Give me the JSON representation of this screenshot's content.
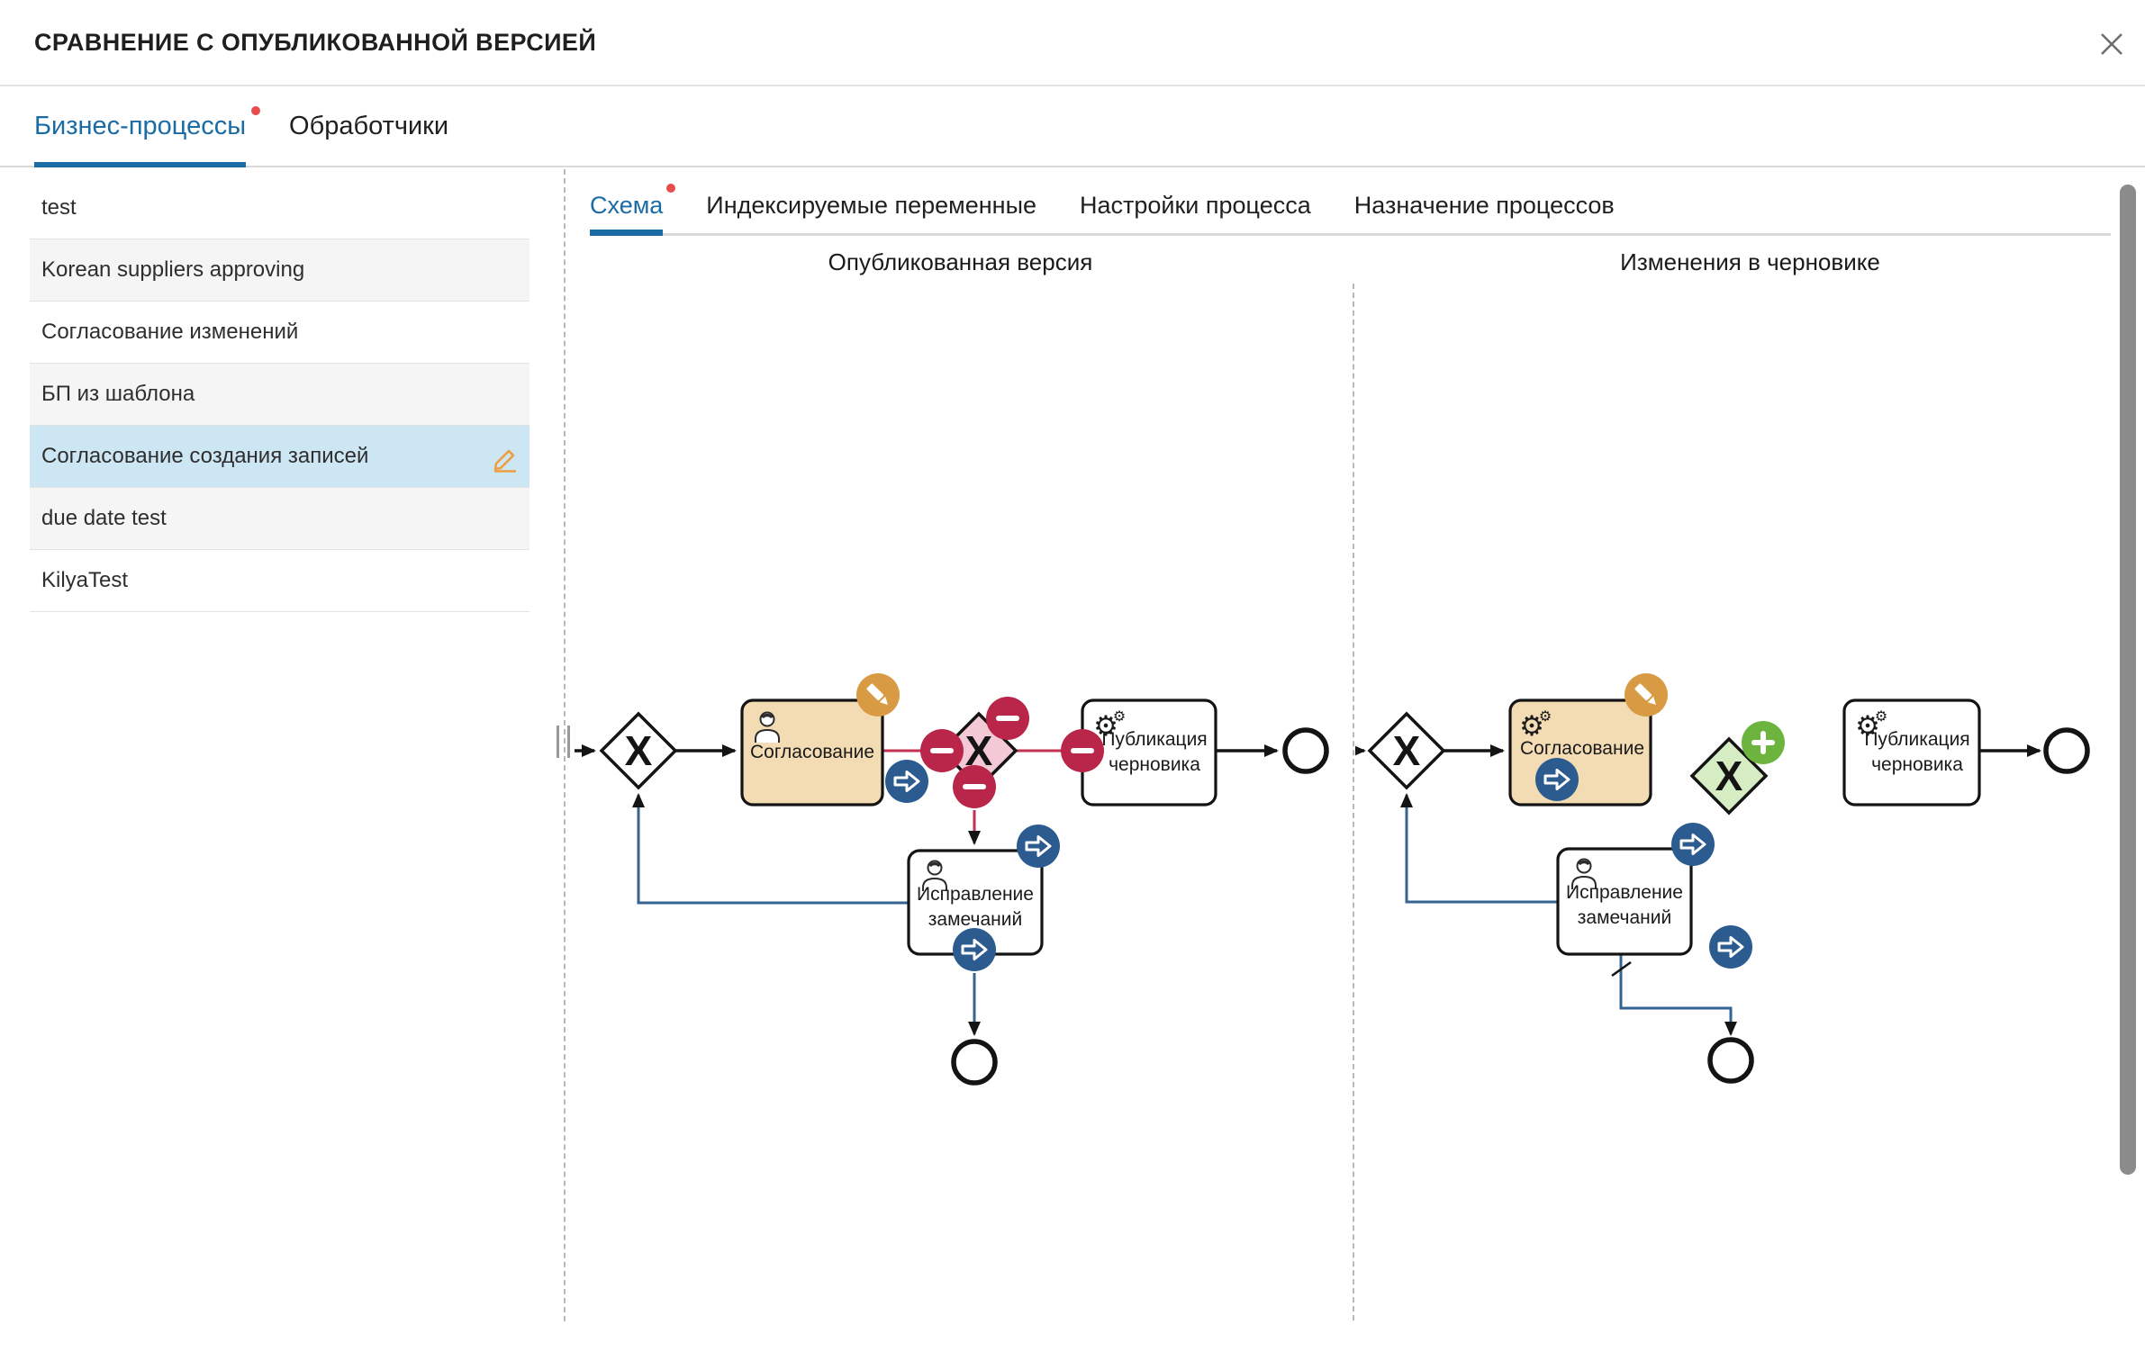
{
  "modal": {
    "title": "СРАВНЕНИЕ С ОПУБЛИКОВАННОЙ ВЕРСИЕЙ"
  },
  "primary_tabs": {
    "business_processes": "Бизнес-процессы",
    "handlers": "Обработчики"
  },
  "sidebar": {
    "items": [
      {
        "label": "test"
      },
      {
        "label": "Korean suppliers approving"
      },
      {
        "label": "Согласование изменений"
      },
      {
        "label": "БП из шаблона"
      },
      {
        "label": "Согласование создания записей",
        "selected": true
      },
      {
        "label": "due date test"
      },
      {
        "label": "KilyaTest"
      }
    ]
  },
  "content_tabs": {
    "schema": "Схема",
    "indexed_variables": "Индексируемые переменные",
    "process_settings": "Настройки процесса",
    "process_assignment": "Назначение процессов"
  },
  "columns": {
    "published": "Опубликованная версия",
    "draft": "Изменения в черновике"
  },
  "diagram": {
    "gateway_x": "X",
    "task_approval": "Согласование",
    "task_publish_line1": "Публикация",
    "task_publish_line2": "черновика",
    "task_fix_line1": "Исправление",
    "task_fix_line2": "замечаний"
  },
  "colors": {
    "accent_blue": "#1b6ba5",
    "notification_dot": "#e84c4c",
    "selected_row": "#cde6f4",
    "task_fill": "#f3dcb4",
    "removed_red_badge": "#ba2649",
    "removed_gateway_fill": "#f2c9d4",
    "added_green_badge": "#6cb43e",
    "added_gateway_fill": "#d6edc4",
    "modified_orange_badge": "#d89b43",
    "flow_change_badge_blue": "#2c5c8f",
    "flow_blue": "#34648f",
    "flow_red": "#c23152"
  }
}
